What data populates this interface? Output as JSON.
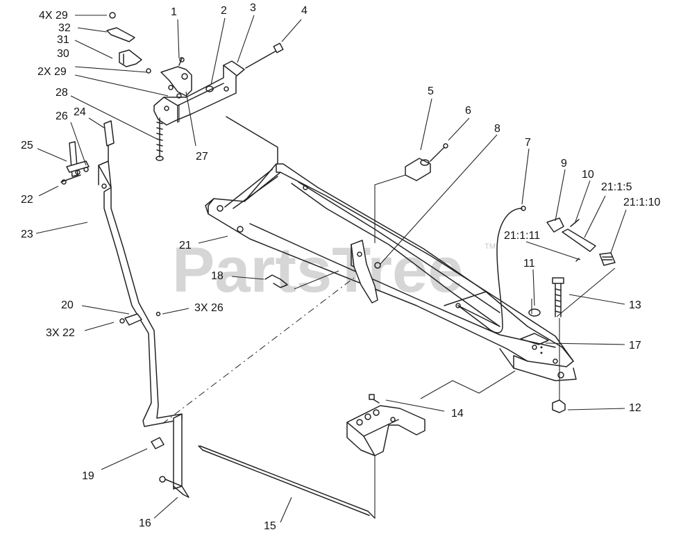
{
  "watermark": {
    "text": "PartsTree",
    "trademark": "TM"
  },
  "callouts": [
    {
      "id": "c1",
      "label": "1"
    },
    {
      "id": "c2",
      "label": "2"
    },
    {
      "id": "c3",
      "label": "3"
    },
    {
      "id": "c4",
      "label": "4"
    },
    {
      "id": "c4x29",
      "label": "4X 29"
    },
    {
      "id": "c32",
      "label": "32"
    },
    {
      "id": "c31",
      "label": "31"
    },
    {
      "id": "c30",
      "label": "30"
    },
    {
      "id": "c2x29",
      "label": "2X 29"
    },
    {
      "id": "c28",
      "label": "28"
    },
    {
      "id": "c26",
      "label": "26"
    },
    {
      "id": "c24",
      "label": "24"
    },
    {
      "id": "c25",
      "label": "25"
    },
    {
      "id": "c22",
      "label": "22"
    },
    {
      "id": "c27",
      "label": "27"
    },
    {
      "id": "c5",
      "label": "5"
    },
    {
      "id": "c6",
      "label": "6"
    },
    {
      "id": "c8",
      "label": "8"
    },
    {
      "id": "c7",
      "label": "7"
    },
    {
      "id": "c9",
      "label": "9"
    },
    {
      "id": "c10",
      "label": "10"
    },
    {
      "id": "c2115",
      "label": "21:1:5"
    },
    {
      "id": "c21110",
      "label": "21:1:10"
    },
    {
      "id": "c21111",
      "label": "21:1:11"
    },
    {
      "id": "c23",
      "label": "23"
    },
    {
      "id": "c21",
      "label": "21"
    },
    {
      "id": "c18",
      "label": "18"
    },
    {
      "id": "c11",
      "label": "11"
    },
    {
      "id": "c13",
      "label": "13"
    },
    {
      "id": "c20",
      "label": "20"
    },
    {
      "id": "c3x26",
      "label": "3X 26"
    },
    {
      "id": "c3x22",
      "label": "3X 22"
    },
    {
      "id": "c17",
      "label": "17"
    },
    {
      "id": "c12",
      "label": "12"
    },
    {
      "id": "c14",
      "label": "14"
    },
    {
      "id": "c19",
      "label": "19"
    },
    {
      "id": "c16",
      "label": "16"
    },
    {
      "id": "c15",
      "label": "15"
    }
  ]
}
